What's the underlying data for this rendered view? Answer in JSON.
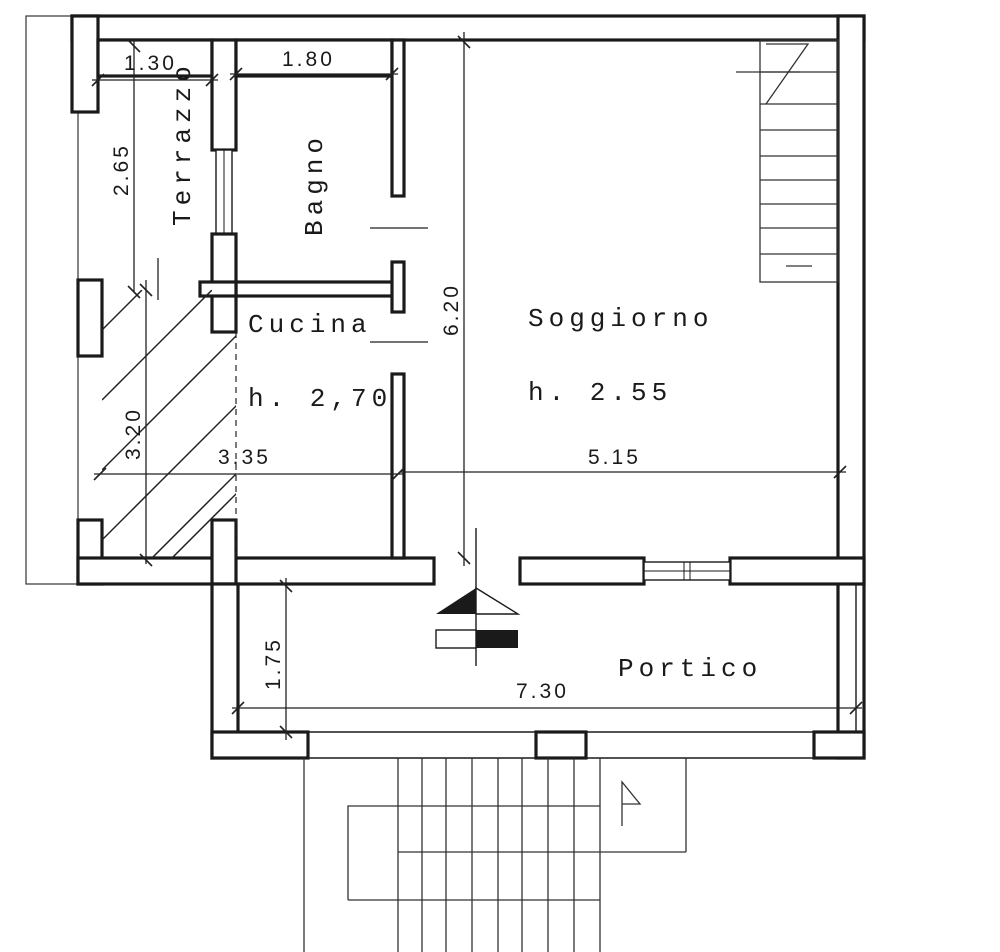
{
  "rooms": {
    "terrazzo": "Terrazzo",
    "bagno": "Bagno",
    "cucina": "Cucina",
    "cucina_height": "h. 2,70",
    "soggiorno": "Soggiorno",
    "soggiorno_height": "h. 2.55",
    "portico": "Portico"
  },
  "dimensions": {
    "terrazzo_width": "1.30",
    "bagno_width": "1.80",
    "terrazzo_depth": "2.65",
    "cucina_depth": "3.20",
    "cucina_width": "3.35",
    "soggiorno_depth": "6.20",
    "soggiorno_width": "5.15",
    "portico_depth": "1.75",
    "portico_width": "7.30"
  }
}
